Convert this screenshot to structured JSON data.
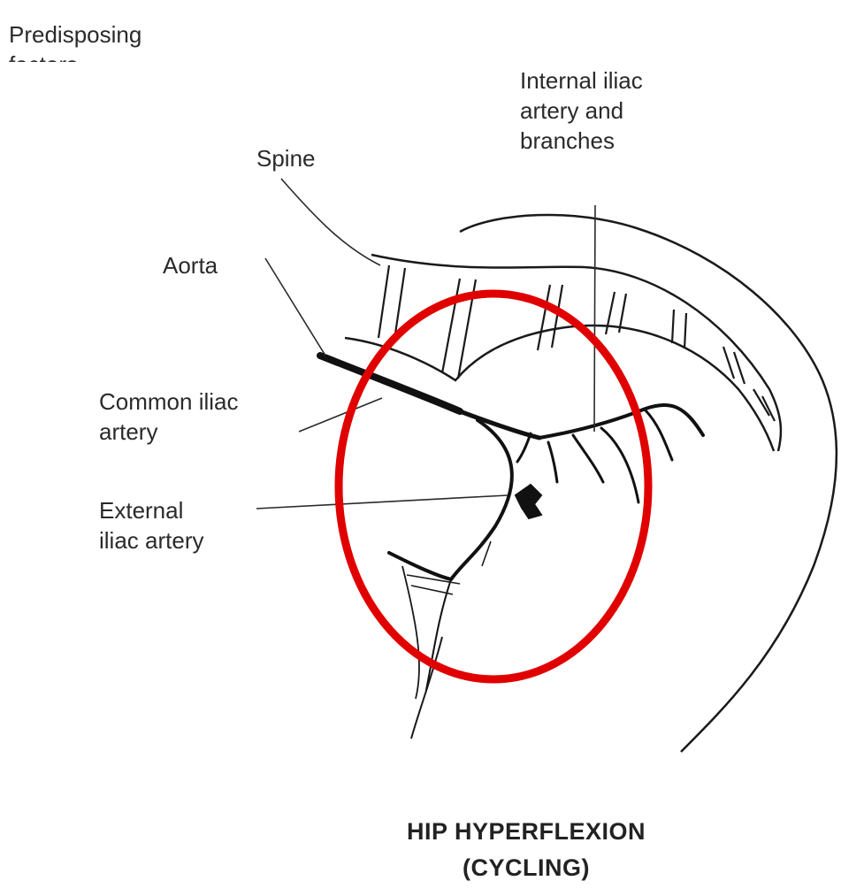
{
  "header": {
    "text": "Predisposing\nfactors"
  },
  "labels": {
    "internal_iliac": "Internal iliac\nartery and\nbranches",
    "spine": "Spine",
    "aorta": "Aorta",
    "common_iliac": "Common iliac\nartery",
    "external_iliac": "External\niliac artery"
  },
  "caption": {
    "line1": "HIP HYPERFLEXION",
    "line2": "(CYCLING)"
  },
  "colors": {
    "line": "#1a1a1a",
    "highlight_circle": "#e00000",
    "text": "#2a2a2a"
  }
}
